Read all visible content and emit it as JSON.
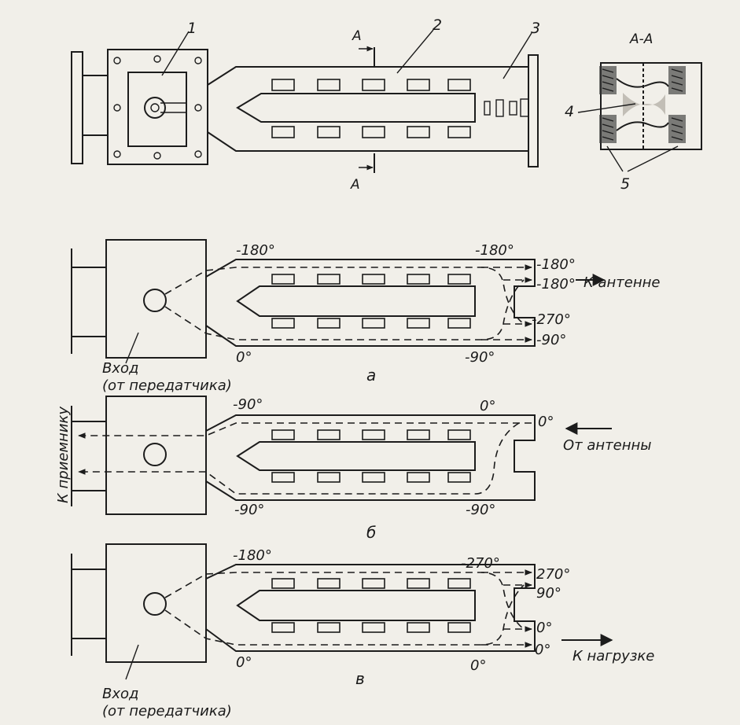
{
  "labels": {
    "part_1": "1",
    "part_2": "2",
    "part_3": "3",
    "part_4": "4",
    "part_5": "5",
    "section_mark_top": "A",
    "section_mark_bottom": "A",
    "section_title": "A-A"
  },
  "panel_a": {
    "caption": "а",
    "input": "Вход",
    "input_sub": "(от передатчика)",
    "out_arrow": "К антенне",
    "phase_top_left": "-180°",
    "phase_top_right": "-180°",
    "phase_bottom_left": "0°",
    "phase_bottom_right": "-90°",
    "port_1": "-180°",
    "port_2": "-180°",
    "port_3": "-270°",
    "port_4": "-90°"
  },
  "panel_b": {
    "caption": "б",
    "side": "К приемнику",
    "in_arrow": "От антенны",
    "phase_top_left": "-90°",
    "phase_top_right": "0°",
    "phase_bottom_left": "-90°",
    "phase_bottom_right": "-90°",
    "port_1": "0°"
  },
  "panel_c": {
    "caption": "в",
    "input": "Вход",
    "input_sub": "(от передатчика)",
    "out_arrow": "К нагрузке",
    "phase_top_left": "-180°",
    "phase_top_right": "-270°",
    "phase_bottom_left": "0°",
    "phase_bottom_right": "0°",
    "port_1": "270°",
    "port_2": "90°",
    "port_3": "0°",
    "port_4": "0°"
  }
}
